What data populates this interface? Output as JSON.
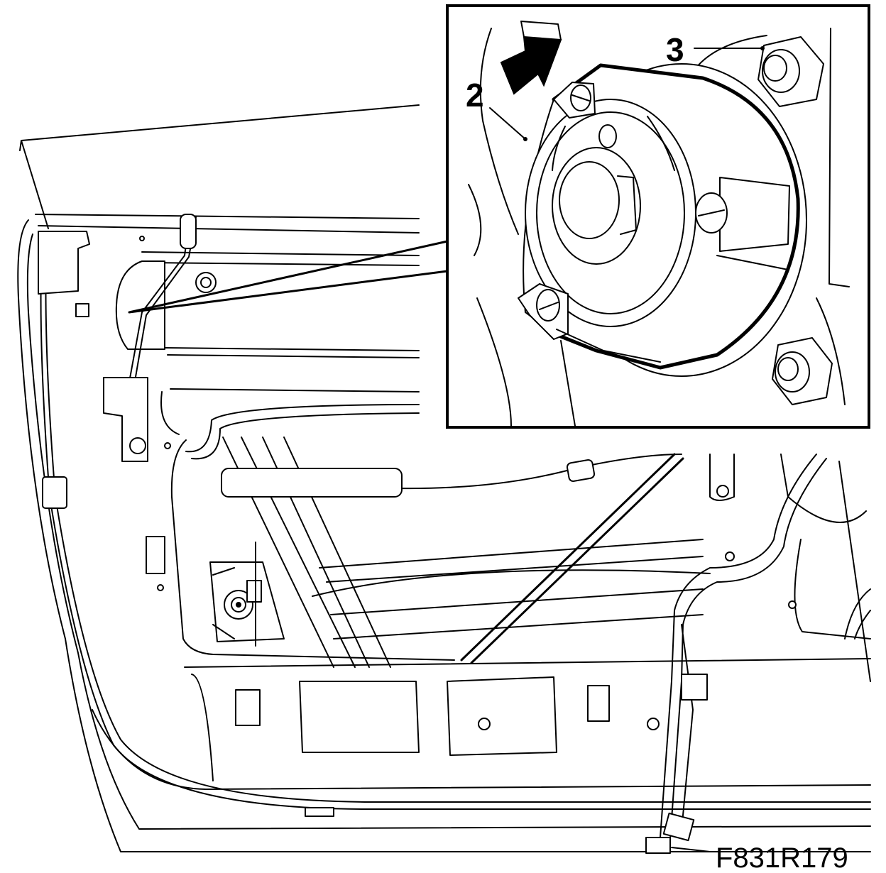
{
  "figure": {
    "reference_code": "F831R179"
  },
  "callouts": [
    {
      "id": "callout-2",
      "label": "2"
    },
    {
      "id": "callout-3",
      "label": "3"
    }
  ]
}
